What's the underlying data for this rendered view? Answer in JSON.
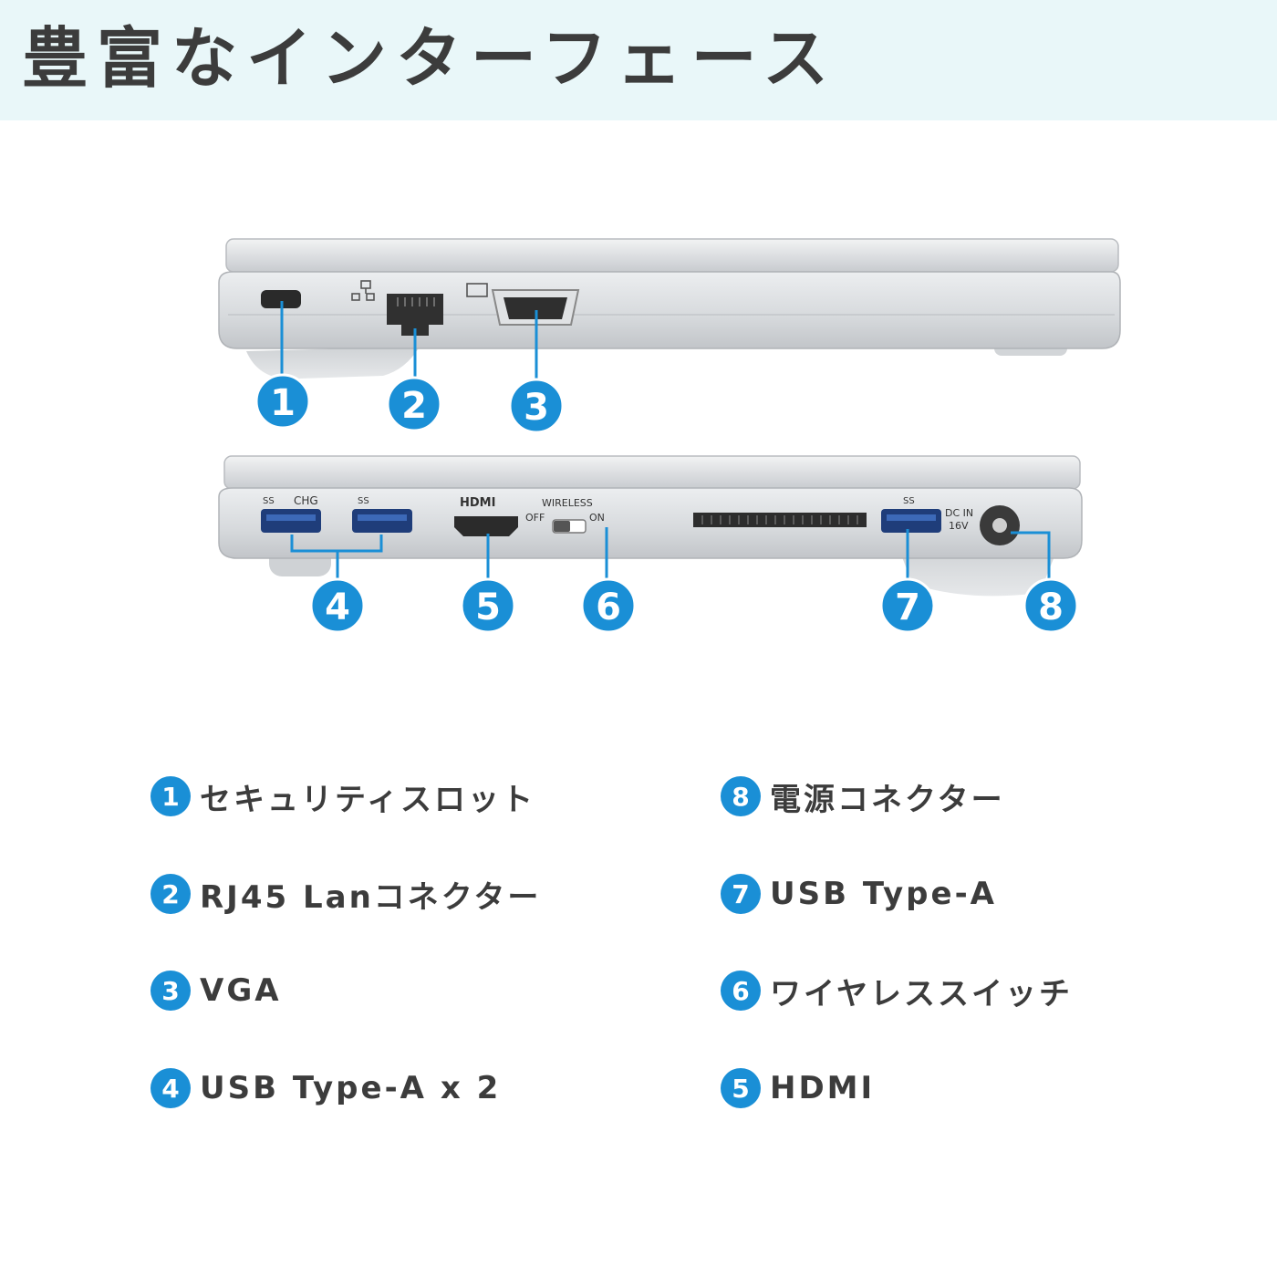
{
  "header": {
    "title": "豊富なインターフェース"
  },
  "markers": [
    "1",
    "2",
    "3",
    "4",
    "5",
    "6",
    "7",
    "8"
  ],
  "port_labels": {
    "hdmi": "HDMI",
    "wireless": "WIRELESS",
    "off": "OFF",
    "on": "ON",
    "usb_chg": "CHG",
    "ss": "SS",
    "dc_in": "DC IN",
    "dc_voltage": "16V"
  },
  "legend": {
    "left": [
      {
        "num": "1",
        "label": "セキュリティスロット"
      },
      {
        "num": "2",
        "label": "RJ45 Lanコネクター"
      },
      {
        "num": "3",
        "label": "VGA"
      },
      {
        "num": "4",
        "label": "USB Type-A x 2"
      }
    ],
    "right": [
      {
        "num": "8",
        "label": "電源コネクター"
      },
      {
        "num": "7",
        "label": "USB Type-A"
      },
      {
        "num": "6",
        "label": "ワイヤレススイッチ"
      },
      {
        "num": "5",
        "label": "HDMI"
      }
    ]
  },
  "colors": {
    "header_bg": "#e9f7f9",
    "accent_blue": "#1a8fd6",
    "laptop_silver": "#d9dcdf",
    "text_dark": "#3c3c3c"
  }
}
